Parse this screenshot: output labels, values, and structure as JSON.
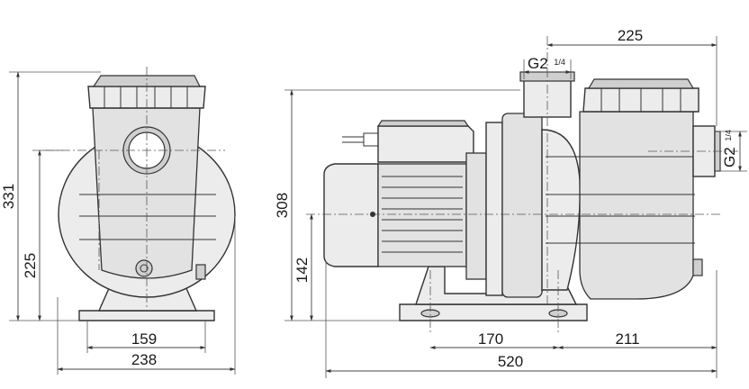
{
  "dimensions": {
    "front_height_total": "331",
    "front_height_axis": "225",
    "front_base_width": "159",
    "front_total_width": "238",
    "side_height_total": "308",
    "side_height_axis": "142",
    "side_outlet_offset": "225",
    "side_foot_spacing": "170",
    "side_foot_to_inlet": "211",
    "side_total_length": "520",
    "port_top_main": "G2",
    "port_top_fraction": "1/4",
    "port_side_main": "G2",
    "port_side_fraction": "1/4"
  }
}
